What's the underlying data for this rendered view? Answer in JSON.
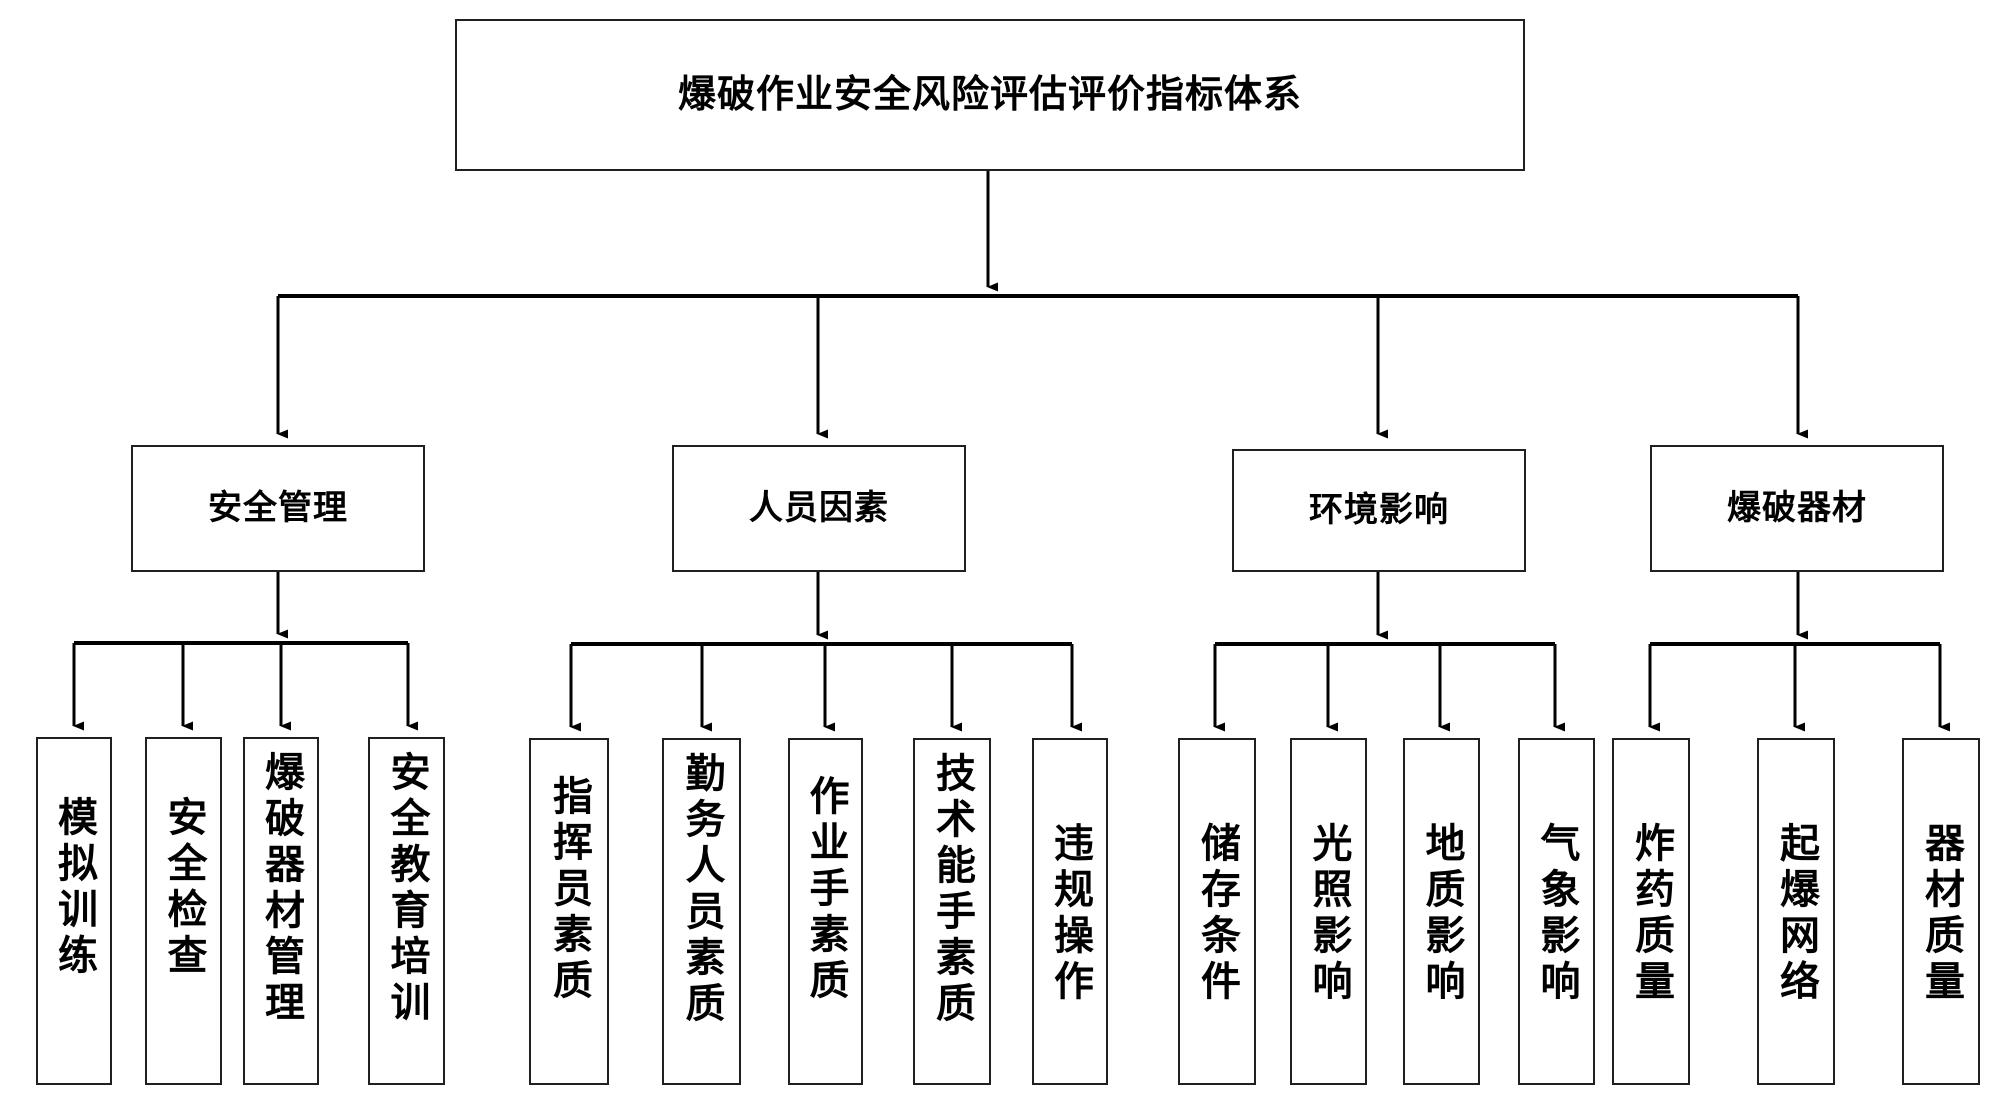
{
  "diagram": {
    "title": "爆破作业安全风险评估评价指标体系",
    "type": "hierarchy-tree",
    "orientation": "top-down",
    "levels": 3,
    "colors": {
      "stroke": "#231f20",
      "fill": "#ffffff",
      "text": "#000000"
    },
    "root": {
      "label": "爆破作业安全风险评估评价指标体系"
    },
    "categories": [
      {
        "label": "安全管理",
        "children": [
          {
            "label": "模拟训练"
          },
          {
            "label": "安全检查"
          },
          {
            "label": "爆破器材管理"
          },
          {
            "label": "安全教育培训"
          }
        ]
      },
      {
        "label": "人员因素",
        "children": [
          {
            "label": "指挥员素质"
          },
          {
            "label": "勤务人员素质"
          },
          {
            "label": "作业手素质"
          },
          {
            "label": "技术能手素质"
          },
          {
            "label": "违规操作"
          }
        ]
      },
      {
        "label": "环境影响",
        "children": [
          {
            "label": "储存条件"
          },
          {
            "label": "光照影响"
          },
          {
            "label": "地质影响"
          },
          {
            "label": "气象影响"
          }
        ]
      },
      {
        "label": "爆破器材",
        "children": [
          {
            "label": "炸药质量"
          },
          {
            "label": "起爆网络"
          },
          {
            "label": "器材质量"
          }
        ]
      }
    ]
  }
}
